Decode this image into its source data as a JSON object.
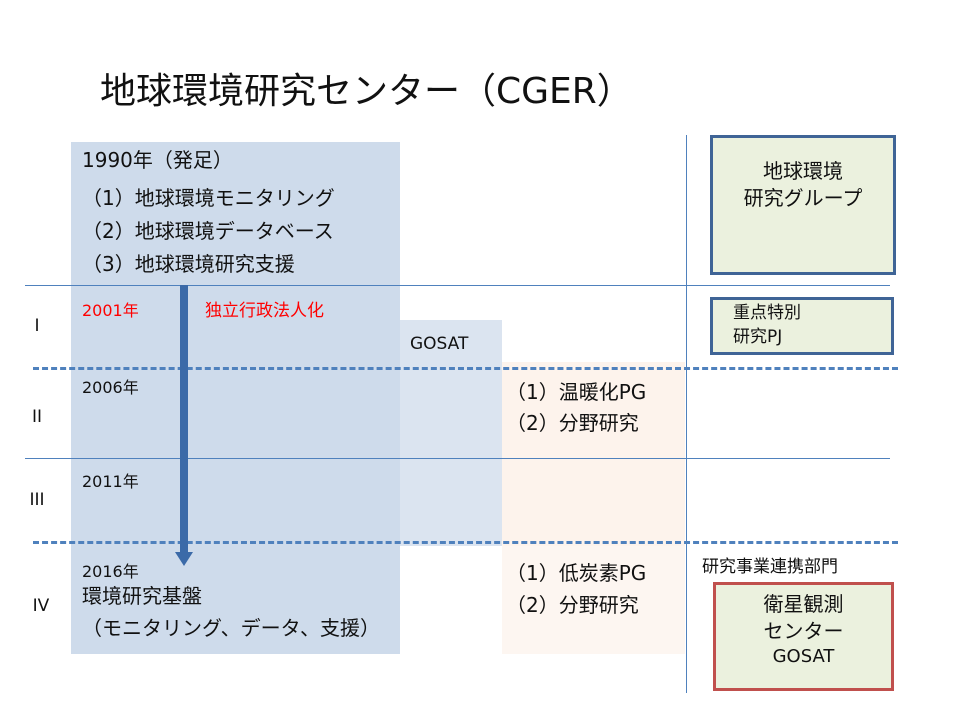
{
  "title": "地球環境研究センター（CGER）",
  "founding": {
    "heading": "1990年（発足）",
    "items": [
      "（1）地球環境モニタリング",
      "（2）地球環境データベース",
      "（3）地球環境研究支援"
    ]
  },
  "periods": {
    "p1": {
      "roman": "I",
      "year": "2001年",
      "note": "独立行政法人化"
    },
    "p2": {
      "roman": "II",
      "year": "2006年"
    },
    "p3": {
      "roman": "III",
      "year": "2011年"
    },
    "p4": {
      "roman": "IV",
      "year": "2016年",
      "line1": "環境研究基盤",
      "line2": "（モニタリング、データ、支援）"
    }
  },
  "gosat_label": "GOSAT",
  "p2_programs": [
    "（1）温暖化PG",
    "（2）分野研究"
  ],
  "p4_programs": [
    "（1）低炭素PG",
    "（2）分野研究"
  ],
  "right": {
    "group_box": [
      "地球環境",
      "研究グループ"
    ],
    "special_box": [
      "重点特別",
      "研究PJ"
    ],
    "division_label": "研究事業連携部門",
    "satellite_box": [
      "衛星観測",
      "センター",
      "GOSAT"
    ]
  },
  "colors": {
    "accent": "#4f81bd",
    "red_text": "#ff0000",
    "green_box": "#ebf1de"
  }
}
